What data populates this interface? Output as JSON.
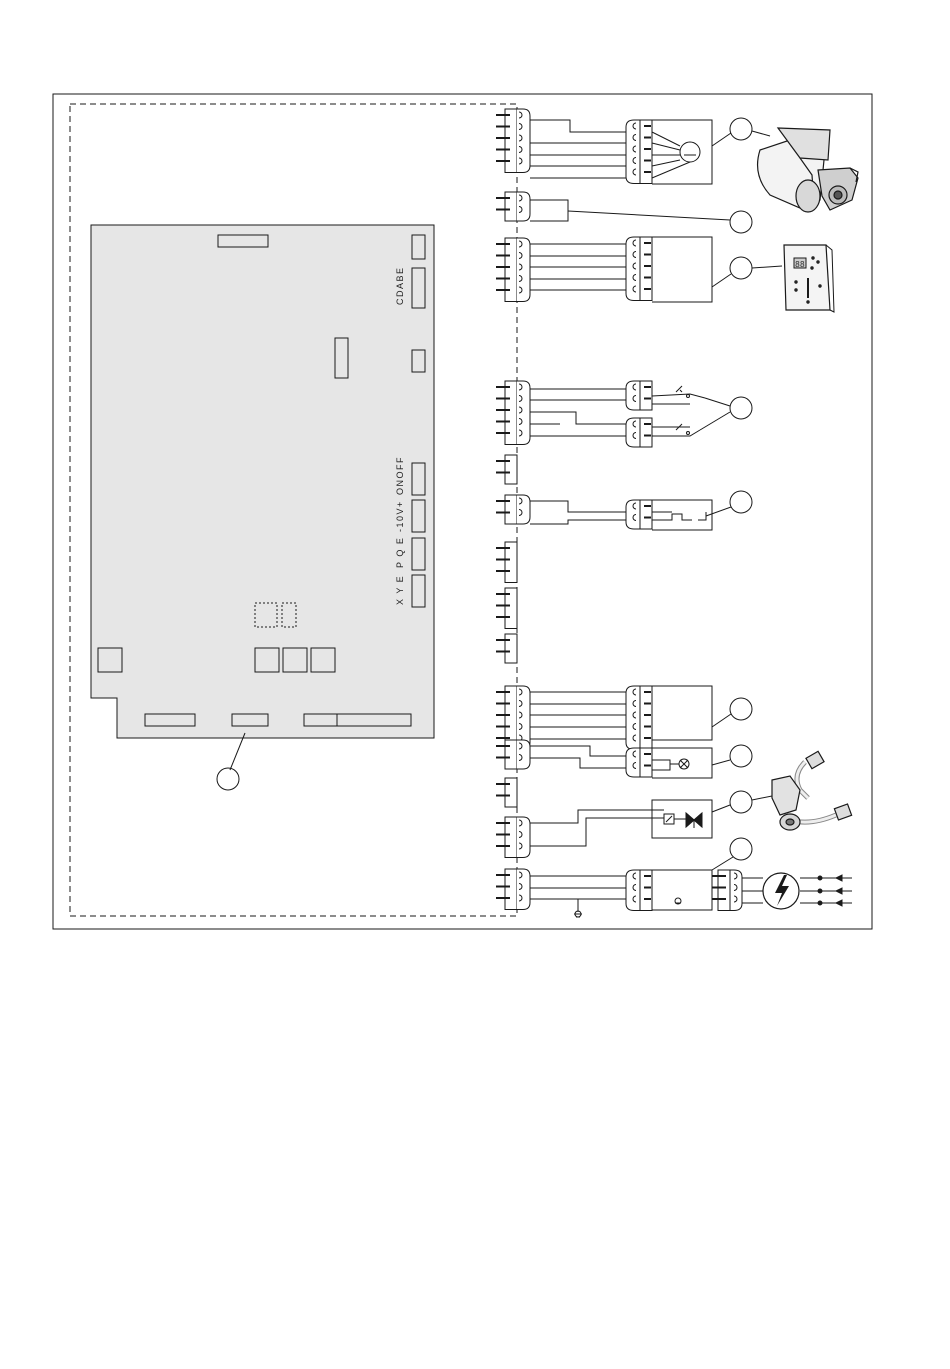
{
  "pcb_labels": {
    "cdabe": "CDABE",
    "onoff": "ONOFF",
    "ten_v": "-10V+",
    "pqe": "P Q E",
    "xye": "X Y E"
  },
  "callouts": [
    {
      "id": "fan",
      "label": ""
    },
    {
      "id": "jumper",
      "label": ""
    },
    {
      "id": "controller",
      "label": ""
    },
    {
      "id": "sensors",
      "label": ""
    },
    {
      "id": "switch",
      "label": ""
    },
    {
      "id": "motor-4wire",
      "label": ""
    },
    {
      "id": "lamp",
      "label": ""
    },
    {
      "id": "valve",
      "label": ""
    },
    {
      "id": "power",
      "label": ""
    },
    {
      "id": "pcb",
      "label": ""
    }
  ],
  "icons": {
    "fan": "centrifugal-fan-icon",
    "controller": "wall-controller-icon",
    "valve": "three-way-valve-icon",
    "power": "lightning-bolt-icon",
    "ground": "ground-symbol-icon"
  },
  "colors": {
    "line": "#1a1a1a",
    "pcb_fill": "#e6e6e6",
    "background": "#ffffff"
  }
}
